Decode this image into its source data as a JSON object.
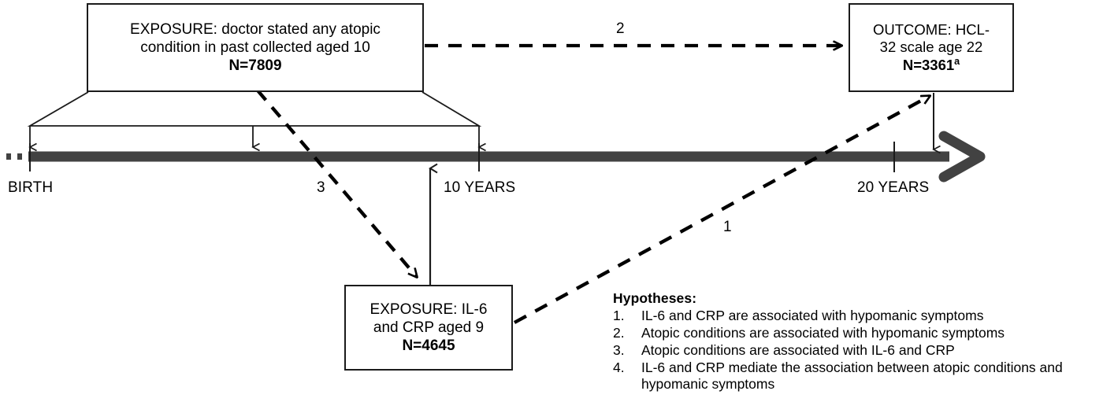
{
  "diagram": {
    "title": "Study design timeline: atopic conditions, inflammatory markers and hypomanic symptoms",
    "boxes": {
      "exposure_atopic": {
        "line1": "EXPOSURE:  doctor stated any atopic",
        "line2": "condition in past collected aged 10",
        "n": "N=7809"
      },
      "outcome": {
        "line1": "OUTCOME:  HCL-",
        "line2": "32 scale age 22",
        "n_prefix": "N=3361",
        "n_superscript": "a"
      },
      "exposure_il6": {
        "line1": "EXPOSURE: IL-6",
        "line2": "and CRP aged 9",
        "n": "N=4645"
      }
    },
    "timeline": {
      "labels": {
        "birth": "BIRTH",
        "ten_years": "10 YEARS",
        "twenty_years": "20 YEARS"
      },
      "color": "#424242"
    },
    "path_labels": {
      "one": "1",
      "two": "2",
      "three": "3"
    },
    "hypotheses": {
      "title": "Hypotheses:",
      "items": [
        {
          "num": "1.",
          "text": "IL-6 and CRP are associated with hypomanic symptoms"
        },
        {
          "num": "2.",
          "text": "Atopic conditions are associated with hypomanic symptoms"
        },
        {
          "num": "3.",
          "text": "Atopic conditions are associated with IL-6 and CRP"
        },
        {
          "num": "4.",
          "text": "IL-6 and CRP mediate the association between atopic conditions and hypomanic symptoms"
        }
      ]
    },
    "colors": {
      "stroke": "#1b1b1b",
      "timeline": "#424242",
      "background": "#ffffff"
    }
  }
}
